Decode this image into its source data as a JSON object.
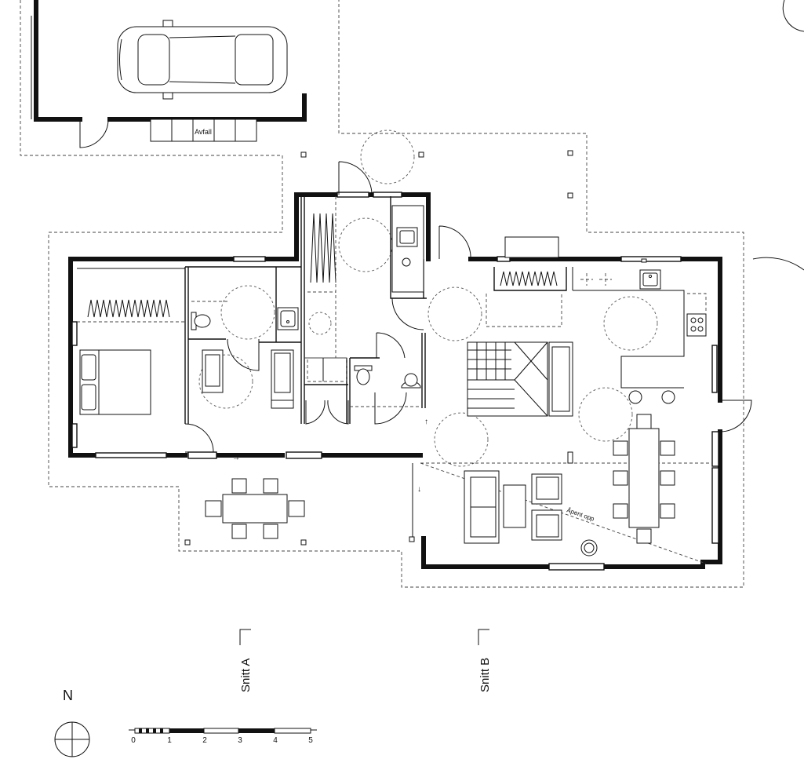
{
  "labels": {
    "waste": "Avfall",
    "open_to_above": "Åpent opp",
    "section_a": "Snitt A",
    "section_b": "Snitt B",
    "north": "N"
  },
  "scale_bar": {
    "ticks": [
      "0",
      "1",
      "2",
      "3",
      "4",
      "5"
    ]
  },
  "icons": [
    "car-icon",
    "north-arrow-icon",
    "bed-icon",
    "toilet-icon",
    "sink-icon",
    "stove-icon",
    "stair-icon",
    "sofa-icon",
    "chair-icon",
    "door-swing-icon"
  ]
}
